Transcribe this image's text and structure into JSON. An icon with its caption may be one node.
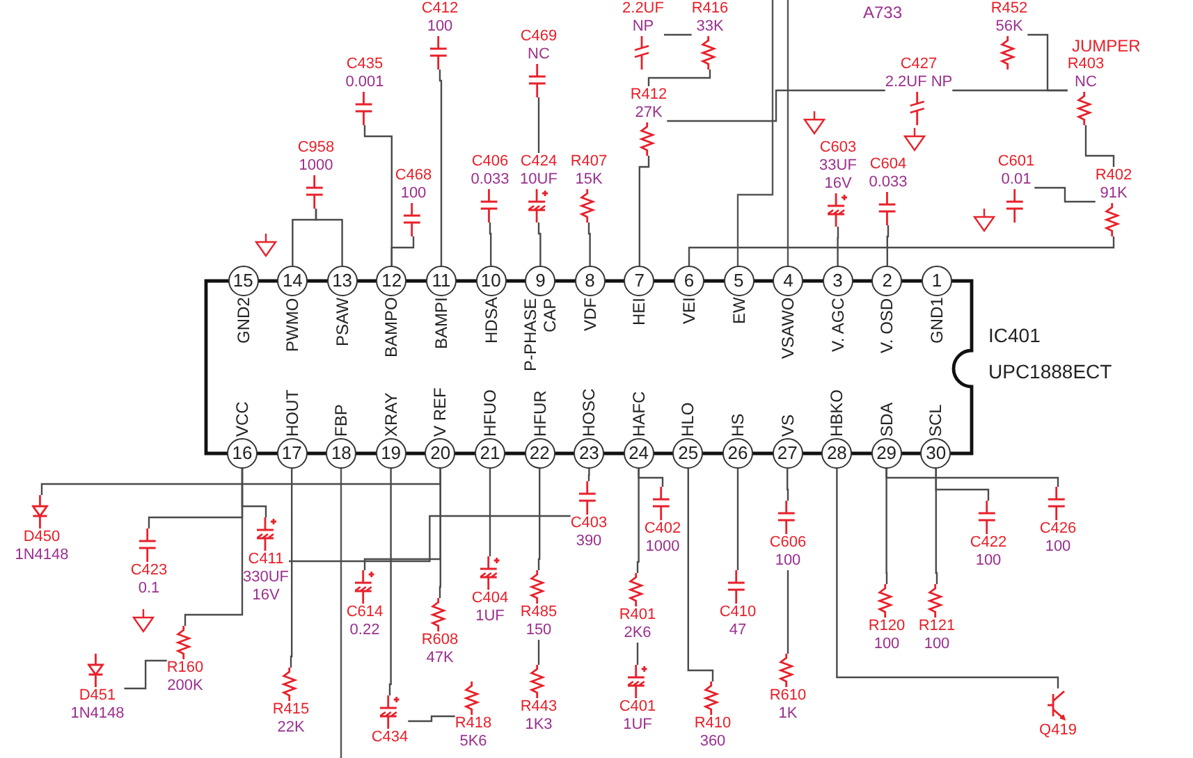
{
  "diagram": {
    "nodes": [
      {
        "text": [
          "IC401",
          "UPC1888ECT"
        ]
      },
      {
        "text": [
          "1"
        ],
        "in": 0,
        "beside": [
          "GND1"
        ]
      },
      {
        "text": [
          "2"
        ],
        "in": 0,
        "beside": [
          "V. OSD"
        ]
      },
      {
        "text": [
          "3"
        ],
        "in": 0,
        "beside": [
          "V. AGC"
        ]
      },
      {
        "text": [
          "4"
        ],
        "in": 0,
        "beside": [
          "VSAWO"
        ]
      },
      {
        "text": [
          "5"
        ],
        "in": 0,
        "beside": [
          "EW"
        ]
      },
      {
        "text": [
          "6"
        ],
        "in": 0,
        "beside": [
          "VEI"
        ]
      },
      {
        "text": [
          "7"
        ],
        "in": 0,
        "beside": [
          "HEI"
        ]
      },
      {
        "text": [
          "8"
        ],
        "in": 0,
        "beside": [
          "VDF"
        ]
      },
      {
        "text": [
          "9"
        ],
        "in": 0,
        "beside": [
          "P-PHASE CAP"
        ]
      },
      {
        "text": [
          "10"
        ],
        "in": 0,
        "beside": [
          "HDSA"
        ]
      },
      {
        "text": [
          "11"
        ],
        "in": 0,
        "beside": [
          "BAMPI"
        ]
      },
      {
        "text": [
          "12"
        ],
        "in": 0,
        "beside": [
          "BAMPO"
        ]
      },
      {
        "text": [
          "13"
        ],
        "in": 0,
        "beside": [
          "PSAW"
        ]
      },
      {
        "text": [
          "14"
        ],
        "in": 0,
        "beside": [
          "PWMO"
        ]
      },
      {
        "text": [
          "15"
        ],
        "in": 0,
        "beside": [
          "GND2"
        ]
      },
      {
        "text": [
          "16"
        ],
        "in": 0,
        "beside": [
          "VCC"
        ]
      },
      {
        "text": [
          "17"
        ],
        "in": 0,
        "beside": [
          "HOUT"
        ]
      },
      {
        "text": [
          "18"
        ],
        "in": 0,
        "beside": [
          "FBP"
        ]
      },
      {
        "text": [
          "19"
        ],
        "in": 0,
        "beside": [
          "XRAY"
        ]
      },
      {
        "text": [
          "20"
        ],
        "in": 0,
        "beside": [
          "V REF"
        ]
      },
      {
        "text": [
          "21"
        ],
        "in": 0,
        "beside": [
          "HFUO"
        ]
      },
      {
        "text": [
          "22"
        ],
        "in": 0,
        "beside": [
          "HFUR"
        ]
      },
      {
        "text": [
          "23"
        ],
        "in": 0,
        "beside": [
          "HOSC"
        ]
      },
      {
        "text": [
          "24"
        ],
        "in": 0,
        "beside": [
          "HAFC"
        ]
      },
      {
        "text": [
          "25"
        ],
        "in": 0,
        "beside": [
          "HLO"
        ]
      },
      {
        "text": [
          "26"
        ],
        "in": 0,
        "beside": [
          "HS"
        ]
      },
      {
        "text": [
          "27"
        ],
        "in": 0,
        "beside": [
          "VS"
        ]
      },
      {
        "text": [
          "28"
        ],
        "in": 0,
        "beside": [
          "HBKO"
        ]
      },
      {
        "text": [
          "29"
        ],
        "in": 0,
        "beside": [
          "SDA"
        ]
      },
      {
        "text": [
          "30"
        ],
        "in": 0,
        "beside": [
          "SCL"
        ]
      },
      {
        "text": [
          "C412",
          "100"
        ]
      },
      {
        "text": [
          "C958",
          "1000"
        ]
      },
      {
        "text": [
          "C435",
          "0.001"
        ]
      },
      {
        "text": [
          "C468",
          "100"
        ]
      },
      {
        "text": [
          "C406",
          "0.033"
        ]
      },
      {
        "text": [
          "C469",
          "NC"
        ]
      },
      {
        "text": [
          "C424",
          "10UF"
        ]
      },
      {
        "text": [
          "R407",
          "15K"
        ]
      },
      {
        "text": [
          "2.2UF",
          "NP"
        ]
      },
      {
        "text": [
          "R416",
          "33K"
        ]
      },
      {
        "text": [
          "R412",
          "27K"
        ]
      },
      {
        "text": [
          "C427",
          "2.2UF  NP"
        ]
      },
      {
        "text": [
          "R452",
          "56K"
        ]
      },
      {
        "text": [
          "R403",
          "NC"
        ]
      },
      {
        "text": [
          "R402",
          "91K"
        ]
      },
      {
        "text": [
          "C601",
          "0.01"
        ]
      },
      {
        "text": [
          "C603",
          "33UF",
          "16V"
        ]
      },
      {
        "text": [
          "C604",
          "0.033"
        ]
      },
      {
        "text": [
          "C423",
          "0.1"
        ]
      },
      {
        "text": [
          "C411",
          "330UF",
          "16V"
        ]
      },
      {
        "text": [
          "D450",
          "1N4148"
        ]
      },
      {
        "text": [
          "D451",
          "1N4148"
        ]
      },
      {
        "text": [
          "R160",
          "200K"
        ]
      },
      {
        "text": [
          "R415",
          "22K"
        ]
      },
      {
        "text": [
          "C614",
          "0.22"
        ]
      },
      {
        "text": [
          "R608",
          "47K"
        ]
      },
      {
        "text": [
          "C404",
          "1UF"
        ]
      },
      {
        "text": [
          "C403",
          "390"
        ]
      },
      {
        "text": [
          "R485",
          "150"
        ]
      },
      {
        "text": [
          "R443",
          "1K3"
        ]
      },
      {
        "text": [
          "C434"
        ]
      },
      {
        "text": [
          "R418",
          "5K6"
        ]
      },
      {
        "text": [
          "C402",
          "1000"
        ]
      },
      {
        "text": [
          "R401",
          "2K6"
        ]
      },
      {
        "text": [
          "C401",
          "1UF"
        ]
      },
      {
        "text": [
          "C410",
          "47"
        ]
      },
      {
        "text": [
          "C606",
          "100"
        ]
      },
      {
        "text": [
          "R410",
          "360"
        ]
      },
      {
        "text": [
          "R610",
          "1K"
        ]
      },
      {
        "text": [
          "R120",
          "100"
        ]
      },
      {
        "text": [
          "R121",
          "100"
        ]
      },
      {
        "text": [
          "C422",
          "100"
        ]
      },
      {
        "text": [
          "C426",
          "100"
        ]
      },
      {
        "text": [
          "Q419"
        ]
      }
    ],
    "edges": [
      {
        "from": 14,
        "to": 32,
        "arrow": "none"
      },
      {
        "from": 13,
        "to": 32,
        "arrow": "none"
      },
      {
        "from": 12,
        "to": 34,
        "arrow": "none"
      },
      {
        "from": 12,
        "to": 33,
        "arrow": "none"
      },
      {
        "from": 11,
        "to": 31,
        "arrow": "none"
      },
      {
        "from": 10,
        "to": 35,
        "arrow": "none"
      },
      {
        "from": 9,
        "to": 37,
        "arrow": "none"
      },
      {
        "from": 37,
        "to": 36,
        "arrow": "none"
      },
      {
        "from": 8,
        "to": 38,
        "arrow": "none"
      },
      {
        "from": 7,
        "to": 41,
        "arrow": "none"
      },
      {
        "from": 39,
        "to": 40,
        "arrow": "none"
      },
      {
        "from": 40,
        "to": 41,
        "arrow": "none"
      },
      {
        "from": 41,
        "to": 42,
        "arrow": "none"
      },
      {
        "from": 42,
        "to": 44,
        "arrow": "none"
      },
      {
        "from": 43,
        "to": 44,
        "arrow": "none"
      },
      {
        "from": 44,
        "to": 45,
        "arrow": "none"
      },
      {
        "from": 6,
        "to": 45,
        "arrow": "none"
      },
      {
        "from": 45,
        "to": 46,
        "arrow": "none"
      },
      {
        "from": 3,
        "to": 47,
        "arrow": "none"
      },
      {
        "from": 2,
        "to": 48,
        "arrow": "none"
      },
      {
        "from": 16,
        "to": 49,
        "arrow": "none"
      },
      {
        "from": 16,
        "to": 50,
        "arrow": "none"
      },
      {
        "from": 16,
        "to": 53,
        "arrow": "none"
      },
      {
        "from": 20,
        "to": 51,
        "arrow": "none"
      },
      {
        "from": 52,
        "to": 53,
        "arrow": "none"
      },
      {
        "from": 17,
        "to": 54,
        "arrow": "none"
      },
      {
        "from": 20,
        "to": 55,
        "arrow": "none"
      },
      {
        "from": 20,
        "to": 56,
        "arrow": "none"
      },
      {
        "from": 21,
        "to": 57,
        "arrow": "none"
      },
      {
        "from": 23,
        "to": 58,
        "arrow": "none"
      },
      {
        "from": 58,
        "to": 50,
        "arrow": "none"
      },
      {
        "from": 22,
        "to": 59,
        "arrow": "none"
      },
      {
        "from": 59,
        "to": 60,
        "arrow": "none"
      },
      {
        "from": 19,
        "to": 61,
        "arrow": "none"
      },
      {
        "from": 61,
        "to": 62,
        "arrow": "none"
      },
      {
        "from": 24,
        "to": 63,
        "arrow": "none"
      },
      {
        "from": 24,
        "to": 64,
        "arrow": "none"
      },
      {
        "from": 64,
        "to": 65,
        "arrow": "none"
      },
      {
        "from": 25,
        "to": 68,
        "arrow": "none"
      },
      {
        "from": 26,
        "to": 66,
        "arrow": "none"
      },
      {
        "from": 27,
        "to": 67,
        "arrow": "none"
      },
      {
        "from": 67,
        "to": 69,
        "arrow": "none"
      },
      {
        "from": 28,
        "to": 74,
        "arrow": "none"
      },
      {
        "from": 29,
        "to": 70,
        "arrow": "none"
      },
      {
        "from": 29,
        "to": 73,
        "arrow": "none"
      },
      {
        "from": 30,
        "to": 71,
        "arrow": "none"
      },
      {
        "from": 30,
        "to": 72,
        "arrow": "none"
      }
    ],
    "labels": [
      "A733",
      "JUMPER"
    ]
  }
}
